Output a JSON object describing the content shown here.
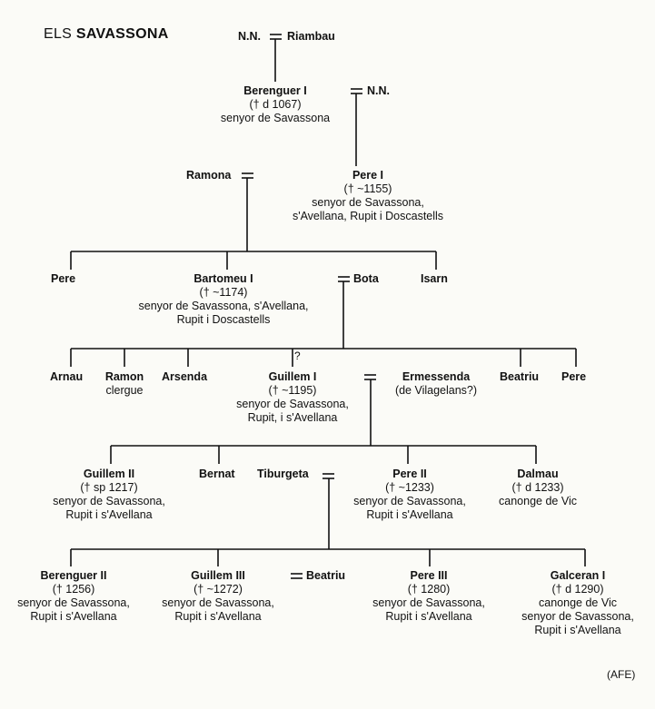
{
  "title": {
    "prefix": "ELS",
    "name": "SAVASSONA"
  },
  "credit": "(AFE)",
  "marks": {
    "question": "?"
  },
  "persons": {
    "nn1": {
      "name": "N.N."
    },
    "riambau": {
      "name": "Riambau"
    },
    "berenguer1": {
      "name": "Berenguer I",
      "lines": [
        "(† d 1067)",
        "senyor de Savassona"
      ]
    },
    "nn2": {
      "name": "N.N."
    },
    "ramona": {
      "name": "Ramona"
    },
    "pere1": {
      "name": "Pere I",
      "lines": [
        "(† ~1155)",
        "senyor de Savassona,",
        "s'Avellana, Rupit i Doscastells"
      ]
    },
    "pere_a": {
      "name": "Pere"
    },
    "bartomeu1": {
      "name": "Bartomeu I",
      "lines": [
        "(† ~1174)",
        "senyor de Savassona, s'Avellana,",
        "Rupit i Doscastells"
      ]
    },
    "bota": {
      "name": "Bota"
    },
    "isarn": {
      "name": "Isarn"
    },
    "arnau": {
      "name": "Arnau"
    },
    "ramon": {
      "name": "Ramon",
      "lines": [
        "clergue"
      ]
    },
    "arsenda": {
      "name": "Arsenda"
    },
    "guillem1": {
      "name": "Guillem I",
      "lines": [
        "(† ~1195)",
        "senyor de Savassona,",
        "Rupit, i s'Avellana"
      ]
    },
    "ermessenda": {
      "name": "Ermessenda",
      "lines": [
        "(de Vilagelans?)"
      ]
    },
    "beatriu_a": {
      "name": "Beatriu"
    },
    "pere_b": {
      "name": "Pere"
    },
    "guillem2": {
      "name": "Guillem II",
      "lines": [
        "(† sp 1217)",
        "senyor de Savassona,",
        "Rupit i s'Avellana"
      ]
    },
    "bernat": {
      "name": "Bernat"
    },
    "tiburgeta": {
      "name": "Tiburgeta"
    },
    "pere2": {
      "name": "Pere II",
      "lines": [
        "(† ~1233)",
        "senyor de Savassona,",
        "Rupit i s'Avellana"
      ]
    },
    "dalmau": {
      "name": "Dalmau",
      "lines": [
        "(† d 1233)",
        "canonge de Vic"
      ]
    },
    "berenguer2": {
      "name": "Berenguer II",
      "lines": [
        "(† 1256)",
        "senyor de Savassona,",
        "Rupit i s'Avellana"
      ]
    },
    "guillem3": {
      "name": "Guillem III",
      "lines": [
        "(† ~1272)",
        "senyor de Savassona,",
        "Rupit i s'Avellana"
      ]
    },
    "beatriu_b": {
      "name": "Beatriu"
    },
    "pere3": {
      "name": "Pere III",
      "lines": [
        "(† 1280)",
        "senyor de Savassona,",
        "Rupit i s'Avellana"
      ]
    },
    "galceran1": {
      "name": "Galceran I",
      "lines": [
        "(† d 1290)",
        "canonge de Vic",
        "senyor de Savassona,",
        "Rupit i s'Avellana"
      ]
    }
  }
}
